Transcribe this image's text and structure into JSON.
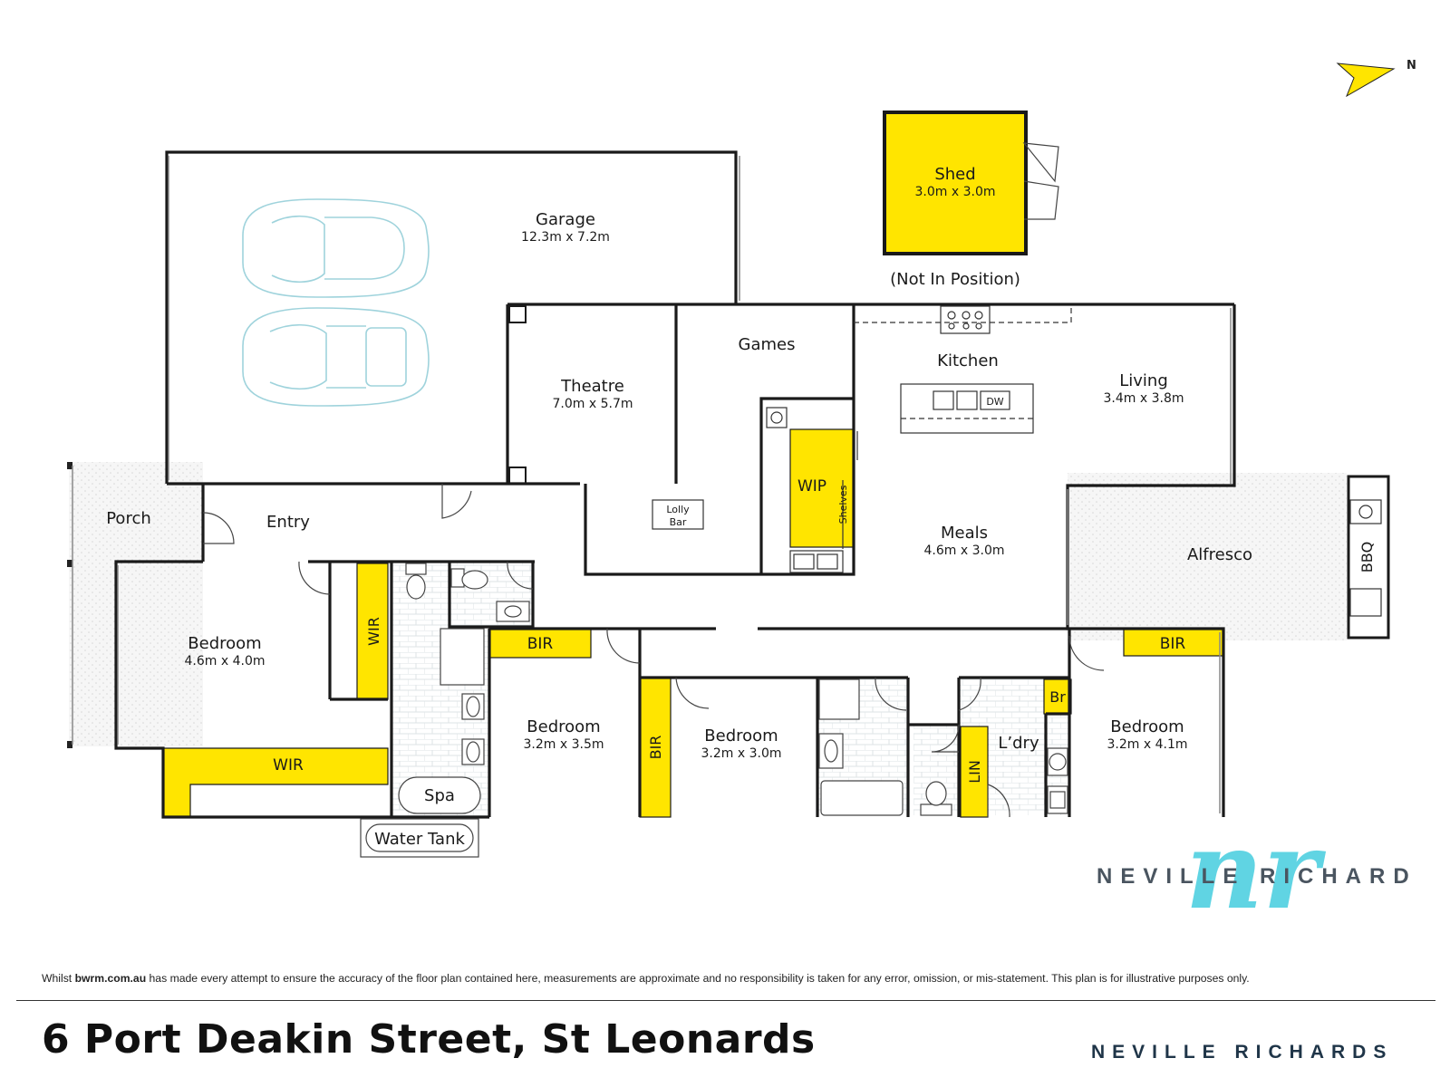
{
  "rooms": {
    "garage": {
      "name": "Garage",
      "dims": "12.3m x 7.2m"
    },
    "shed": {
      "name": "Shed",
      "dims": "3.0m x 3.0m",
      "note": "(Not In Position)"
    },
    "theatre": {
      "name": "Theatre",
      "dims": "7.0m x 5.7m"
    },
    "games": {
      "name": "Games"
    },
    "kitchen": {
      "name": "Kitchen"
    },
    "living": {
      "name": "Living",
      "dims": "3.4m x 3.8m"
    },
    "meals": {
      "name": "Meals",
      "dims": "4.6m x 3.0m"
    },
    "alfresco": {
      "name": "Alfresco"
    },
    "porch": {
      "name": "Porch"
    },
    "entry": {
      "name": "Entry"
    },
    "bedroom1": {
      "name": "Bedroom",
      "dims": "4.6m x 4.0m"
    },
    "bedroom2": {
      "name": "Bedroom",
      "dims": "3.2m x 3.5m"
    },
    "bedroom3": {
      "name": "Bedroom",
      "dims": "3.2m x 3.0m"
    },
    "bedroom4": {
      "name": "Bedroom",
      "dims": "3.2m x 4.1m"
    },
    "laundry": {
      "name": "L’dry"
    }
  },
  "labels": {
    "wip": "WIP",
    "shelves": "Shelves",
    "lolly_bar_1": "Lolly",
    "lolly_bar_2": "Bar",
    "dw": "DW",
    "bbq": "BBQ",
    "wir_vertical": "WIR",
    "wir_horizontal": "WIR",
    "bir_bed2": "BIR",
    "bir_bed3": "BIR",
    "bir_bed4": "BIR",
    "br": "Br",
    "lin": "LIN",
    "spa": "Spa",
    "water_tank": "Water Tank",
    "compass_n": "N"
  },
  "branding": {
    "logo_letters": "nr",
    "agency_name_1": "NEVILLE RICHARD",
    "agency_name_2": "NEVILLE RICHARDS"
  },
  "footer": {
    "disclaimer_pre": "Whilst",
    "disclaimer_site": "bwrm.com.au",
    "disclaimer_post": "has made every attempt to ensure the accuracy of the floor plan contained here, measurements are approximate and no responsibility is taken for any error, omission, or mis-statement. This plan is for illustrative purposes only.",
    "address": "6 Port Deakin Street, St Leonards"
  },
  "colors": {
    "accent_yellow": "#FFE500",
    "wall": "#1a1a1a",
    "car_outline": "#9fd3dc",
    "logo_cyan": "#4fd0e0",
    "brand_gray": "#4a5560"
  }
}
